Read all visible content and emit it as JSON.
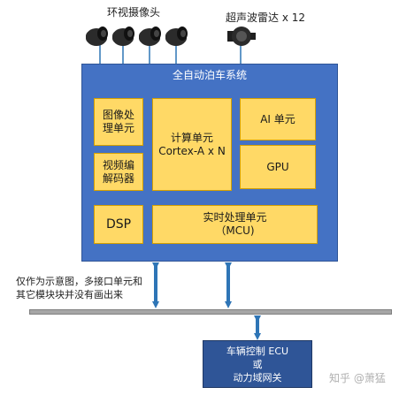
{
  "cameras": {
    "label": "环视摄像头",
    "count": 4
  },
  "radar": {
    "label": "超声波雷达 x 12"
  },
  "soc": {
    "title": "全自动泊车系统",
    "blocks": {
      "image_processing": [
        "图像处",
        "理单元"
      ],
      "compute": [
        "计算单元",
        "Cortex-A x N"
      ],
      "ai": "AI 单元",
      "gpu": "GPU",
      "video_codec": [
        "视频编",
        "解码器"
      ],
      "dsp": "DSP",
      "mcu": [
        "实时处理单元",
        "（MCU)"
      ]
    }
  },
  "note": [
    "仅作为示意图，多接口单元和",
    "其它模块块并没有画出来"
  ],
  "ecu": [
    "车辆控制 ECU",
    "或",
    "动力域网关"
  ],
  "watermark": "知乎 @萧猛",
  "colors": {
    "soc_fill": "#4472c4",
    "block_fill": "#ffd966",
    "arrow": "#2e75b6",
    "bus": "#a6a6a6",
    "ecu_fill": "#2f5597"
  }
}
